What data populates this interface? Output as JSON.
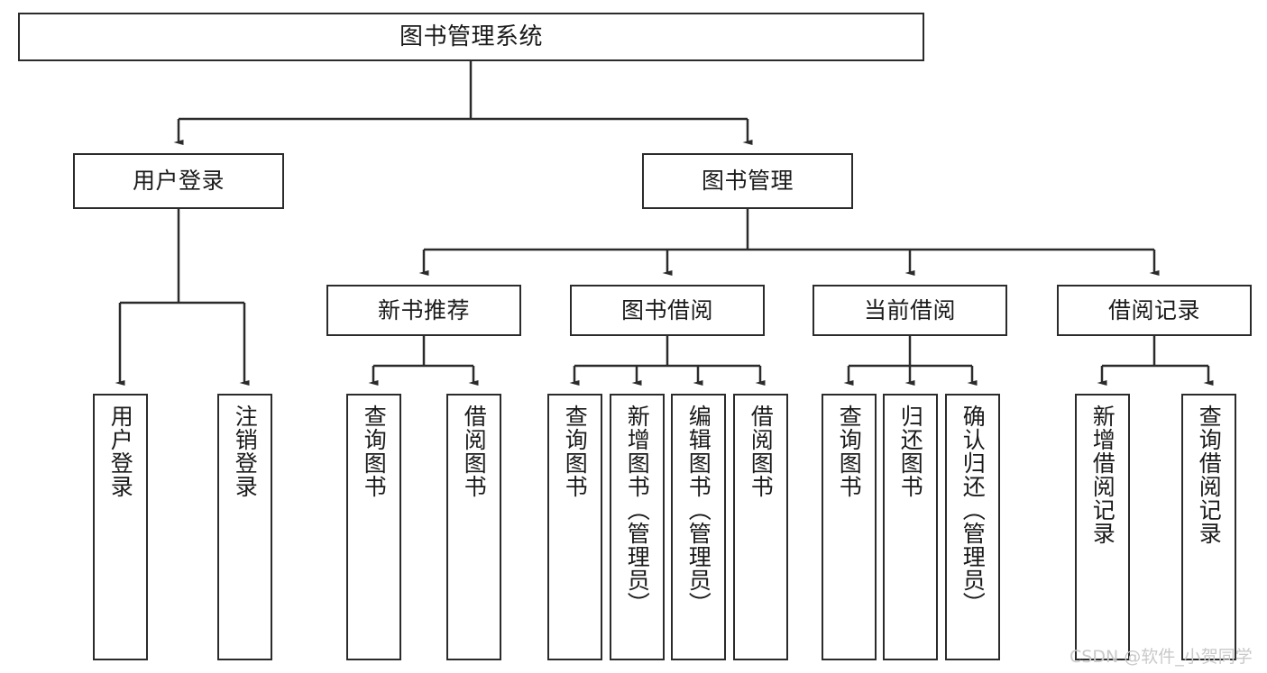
{
  "diagram": {
    "title": "图书管理系统",
    "type": "tree",
    "root": {
      "id": "root",
      "label": "图书管理系统"
    },
    "level2": [
      {
        "id": "user-login",
        "label": "用户登录"
      },
      {
        "id": "book-manage",
        "label": "图书管理"
      }
    ],
    "level3": [
      {
        "id": "new-book-recommend",
        "label": "新书推荐",
        "parent": "book-manage"
      },
      {
        "id": "book-borrow",
        "label": "图书借阅",
        "parent": "book-manage"
      },
      {
        "id": "current-borrow",
        "label": "当前借阅",
        "parent": "book-manage"
      },
      {
        "id": "borrow-record",
        "label": "借阅记录",
        "parent": "book-manage"
      }
    ],
    "leaves": [
      {
        "id": "leaf-user-login",
        "label": "用户登录",
        "parent": "user-login"
      },
      {
        "id": "leaf-logout-login",
        "label": "注销登录",
        "parent": "user-login"
      },
      {
        "id": "leaf-query-book-1",
        "label": "查询图书",
        "parent": "new-book-recommend"
      },
      {
        "id": "leaf-borrow-book-1",
        "label": "借阅图书",
        "parent": "new-book-recommend"
      },
      {
        "id": "leaf-query-book-2",
        "label": "查询图书",
        "parent": "book-borrow"
      },
      {
        "id": "leaf-add-book",
        "label": "新增图书（管理员）",
        "parent": "book-borrow"
      },
      {
        "id": "leaf-edit-book",
        "label": "编辑图书（管理员）",
        "parent": "book-borrow"
      },
      {
        "id": "leaf-borrow-book-2",
        "label": "借阅图书",
        "parent": "book-borrow"
      },
      {
        "id": "leaf-query-book-3",
        "label": "查询图书",
        "parent": "current-borrow"
      },
      {
        "id": "leaf-return-book",
        "label": "归还图书",
        "parent": "current-borrow"
      },
      {
        "id": "leaf-confirm-return",
        "label": "确认归还（管理员）",
        "parent": "current-borrow"
      },
      {
        "id": "leaf-add-record",
        "label": "新增借阅记录",
        "parent": "borrow-record"
      },
      {
        "id": "leaf-query-record",
        "label": "查询借阅记录",
        "parent": "borrow-record"
      }
    ]
  },
  "watermark": {
    "text": "CSDN @软件_小贺同学"
  },
  "colors": {
    "stroke": "#2b2b2b",
    "fill": "#ffffff",
    "text": "#1a1a1a",
    "watermark": "#c9c9c9"
  }
}
